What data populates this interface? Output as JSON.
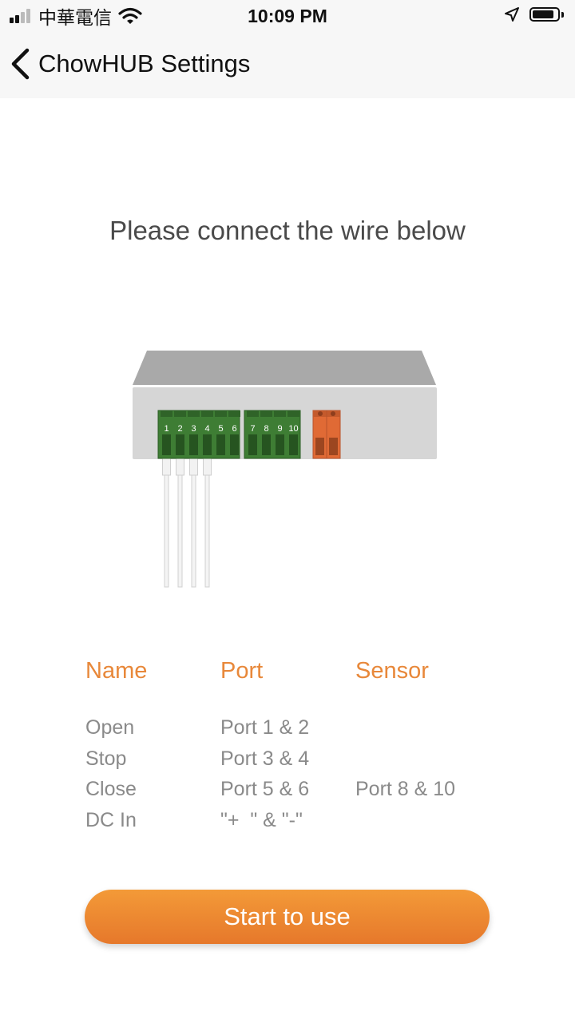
{
  "status_bar": {
    "carrier": "中華電信",
    "time": "10:09 PM",
    "icons": [
      "signal-icon",
      "wifi-icon",
      "location-arrow-icon",
      "battery-icon"
    ],
    "battery_level": 0.85
  },
  "nav": {
    "back_icon": "chevron-left-icon",
    "title": "ChowHUB Settings"
  },
  "headline": "Please connect the wire below",
  "device": {
    "terminal_labels": [
      "1",
      "2",
      "3",
      "4",
      "5",
      "6",
      "7",
      "8",
      "9",
      "10"
    ],
    "colors": {
      "body": "#d6d6d6",
      "top": "#a9a9a9",
      "terminal_green": "#3e7d34",
      "terminal_orange": "#e06a35"
    }
  },
  "table": {
    "headers": {
      "name": "Name",
      "port": "Port",
      "sensor": "Sensor"
    },
    "rows": [
      {
        "name": "Open",
        "port": "Port 1 & 2",
        "sensor": ""
      },
      {
        "name": "Stop",
        "port": "Port 3 & 4",
        "sensor": ""
      },
      {
        "name": "Close",
        "port": "Port 5 & 6",
        "sensor": "Port 8 & 10"
      },
      {
        "name": "DC In",
        "port": "\"+  \" & \"-\"",
        "sensor": ""
      }
    ]
  },
  "start_button": {
    "label": "Start to use"
  },
  "colors": {
    "accent": "#e8883a",
    "muted_text": "#8a8a8a",
    "heading_text": "#4a4a4a"
  }
}
